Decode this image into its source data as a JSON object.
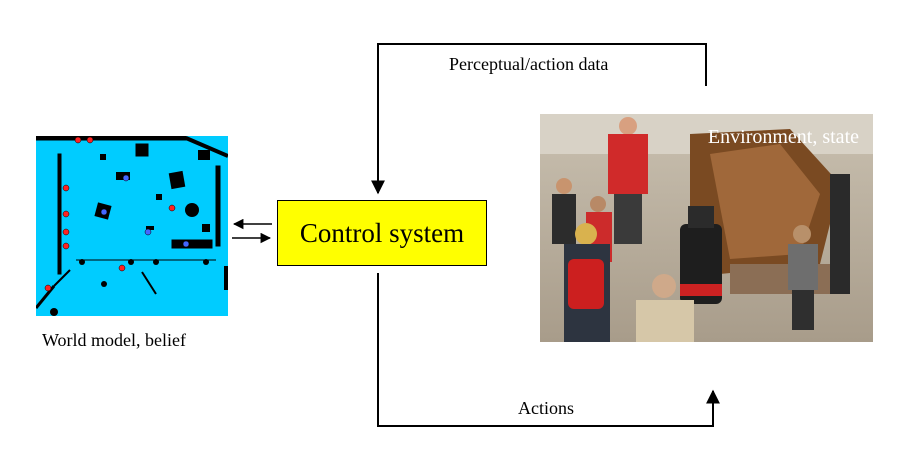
{
  "diagram": {
    "control_system": "Control system",
    "world_model_label": "World model, belief",
    "environment_label": "Environment, state",
    "feedback_label": "Perceptual/action data",
    "actions_label": "Actions"
  },
  "colors": {
    "control_fill": "#ffff00",
    "map_background": "#00ccff",
    "map_walls": "#000000",
    "map_people": "#ff2222",
    "map_robot": "#4466ff",
    "arrows": "#000000"
  }
}
